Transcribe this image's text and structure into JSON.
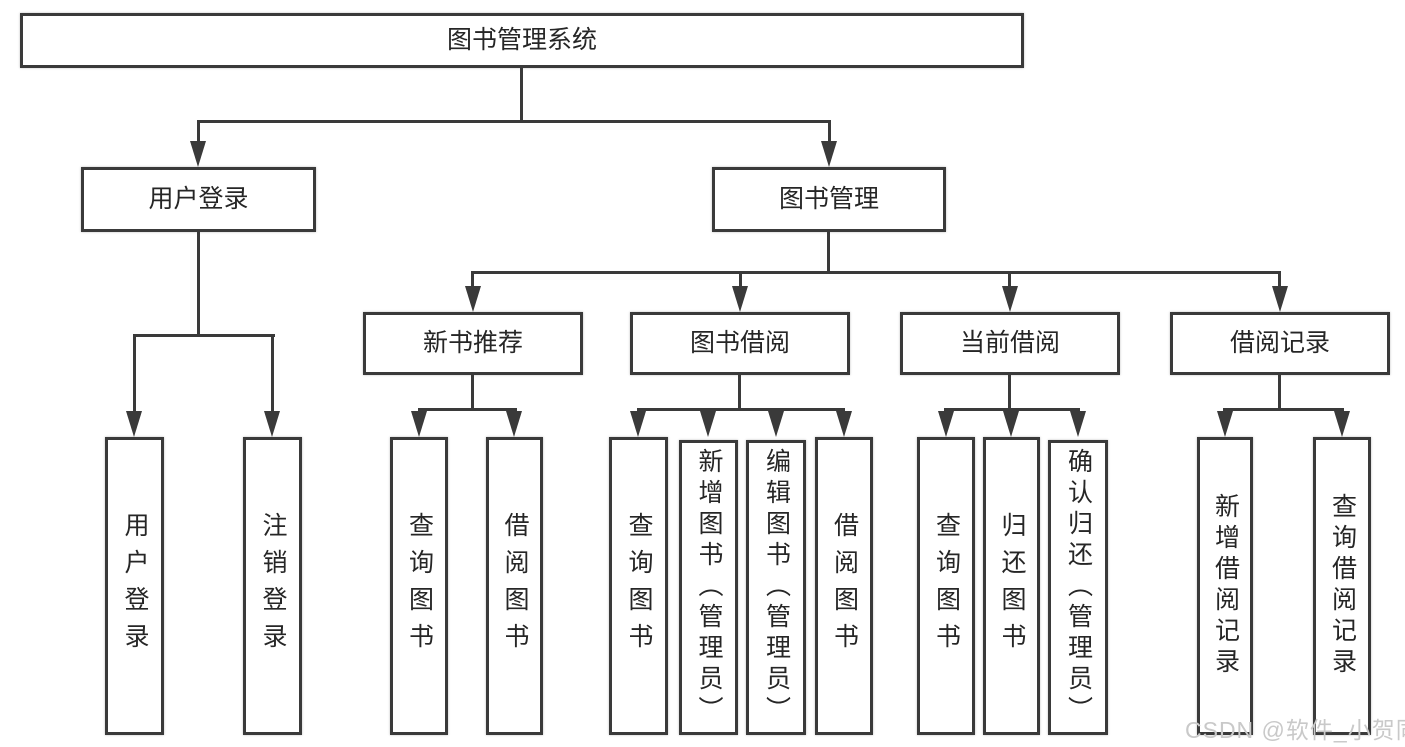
{
  "colors": {
    "line": "#3a3a3a",
    "text": "#262626",
    "box_fill": "#ffffff",
    "background": "#ffffff",
    "watermark": "#c9c9c9"
  },
  "diagram": {
    "root": {
      "label": "图书管理系统"
    },
    "level2": {
      "user_login": {
        "label": "用户登录"
      },
      "book_mgmt": {
        "label": "图书管理"
      }
    },
    "level3": {
      "new_books": {
        "label": "新书推荐"
      },
      "book_borrow": {
        "label": "图书借阅"
      },
      "current_borrow": {
        "label": "当前借阅"
      },
      "borrow_records": {
        "label": "借阅记录"
      }
    },
    "leaves": {
      "login": {
        "label": "用户登录"
      },
      "logout": {
        "label": "注销登录"
      },
      "nb_query": {
        "label": "查询图书"
      },
      "nb_borrow": {
        "label": "借阅图书"
      },
      "bb_query": {
        "label": "查询图书"
      },
      "bb_add": {
        "label": "新增图书（管理员）"
      },
      "bb_edit": {
        "label": "编辑图书（管理员）"
      },
      "bb_borrow": {
        "label": "借阅图书"
      },
      "cb_query": {
        "label": "查询图书"
      },
      "cb_return": {
        "label": "归还图书"
      },
      "cb_confirm": {
        "label": "确认归还（管理员）"
      },
      "br_add": {
        "label": "新增借阅记录"
      },
      "br_query": {
        "label": "查询借阅记录"
      }
    }
  },
  "watermark": {
    "text": "CSDN @软件_小贺同学"
  }
}
